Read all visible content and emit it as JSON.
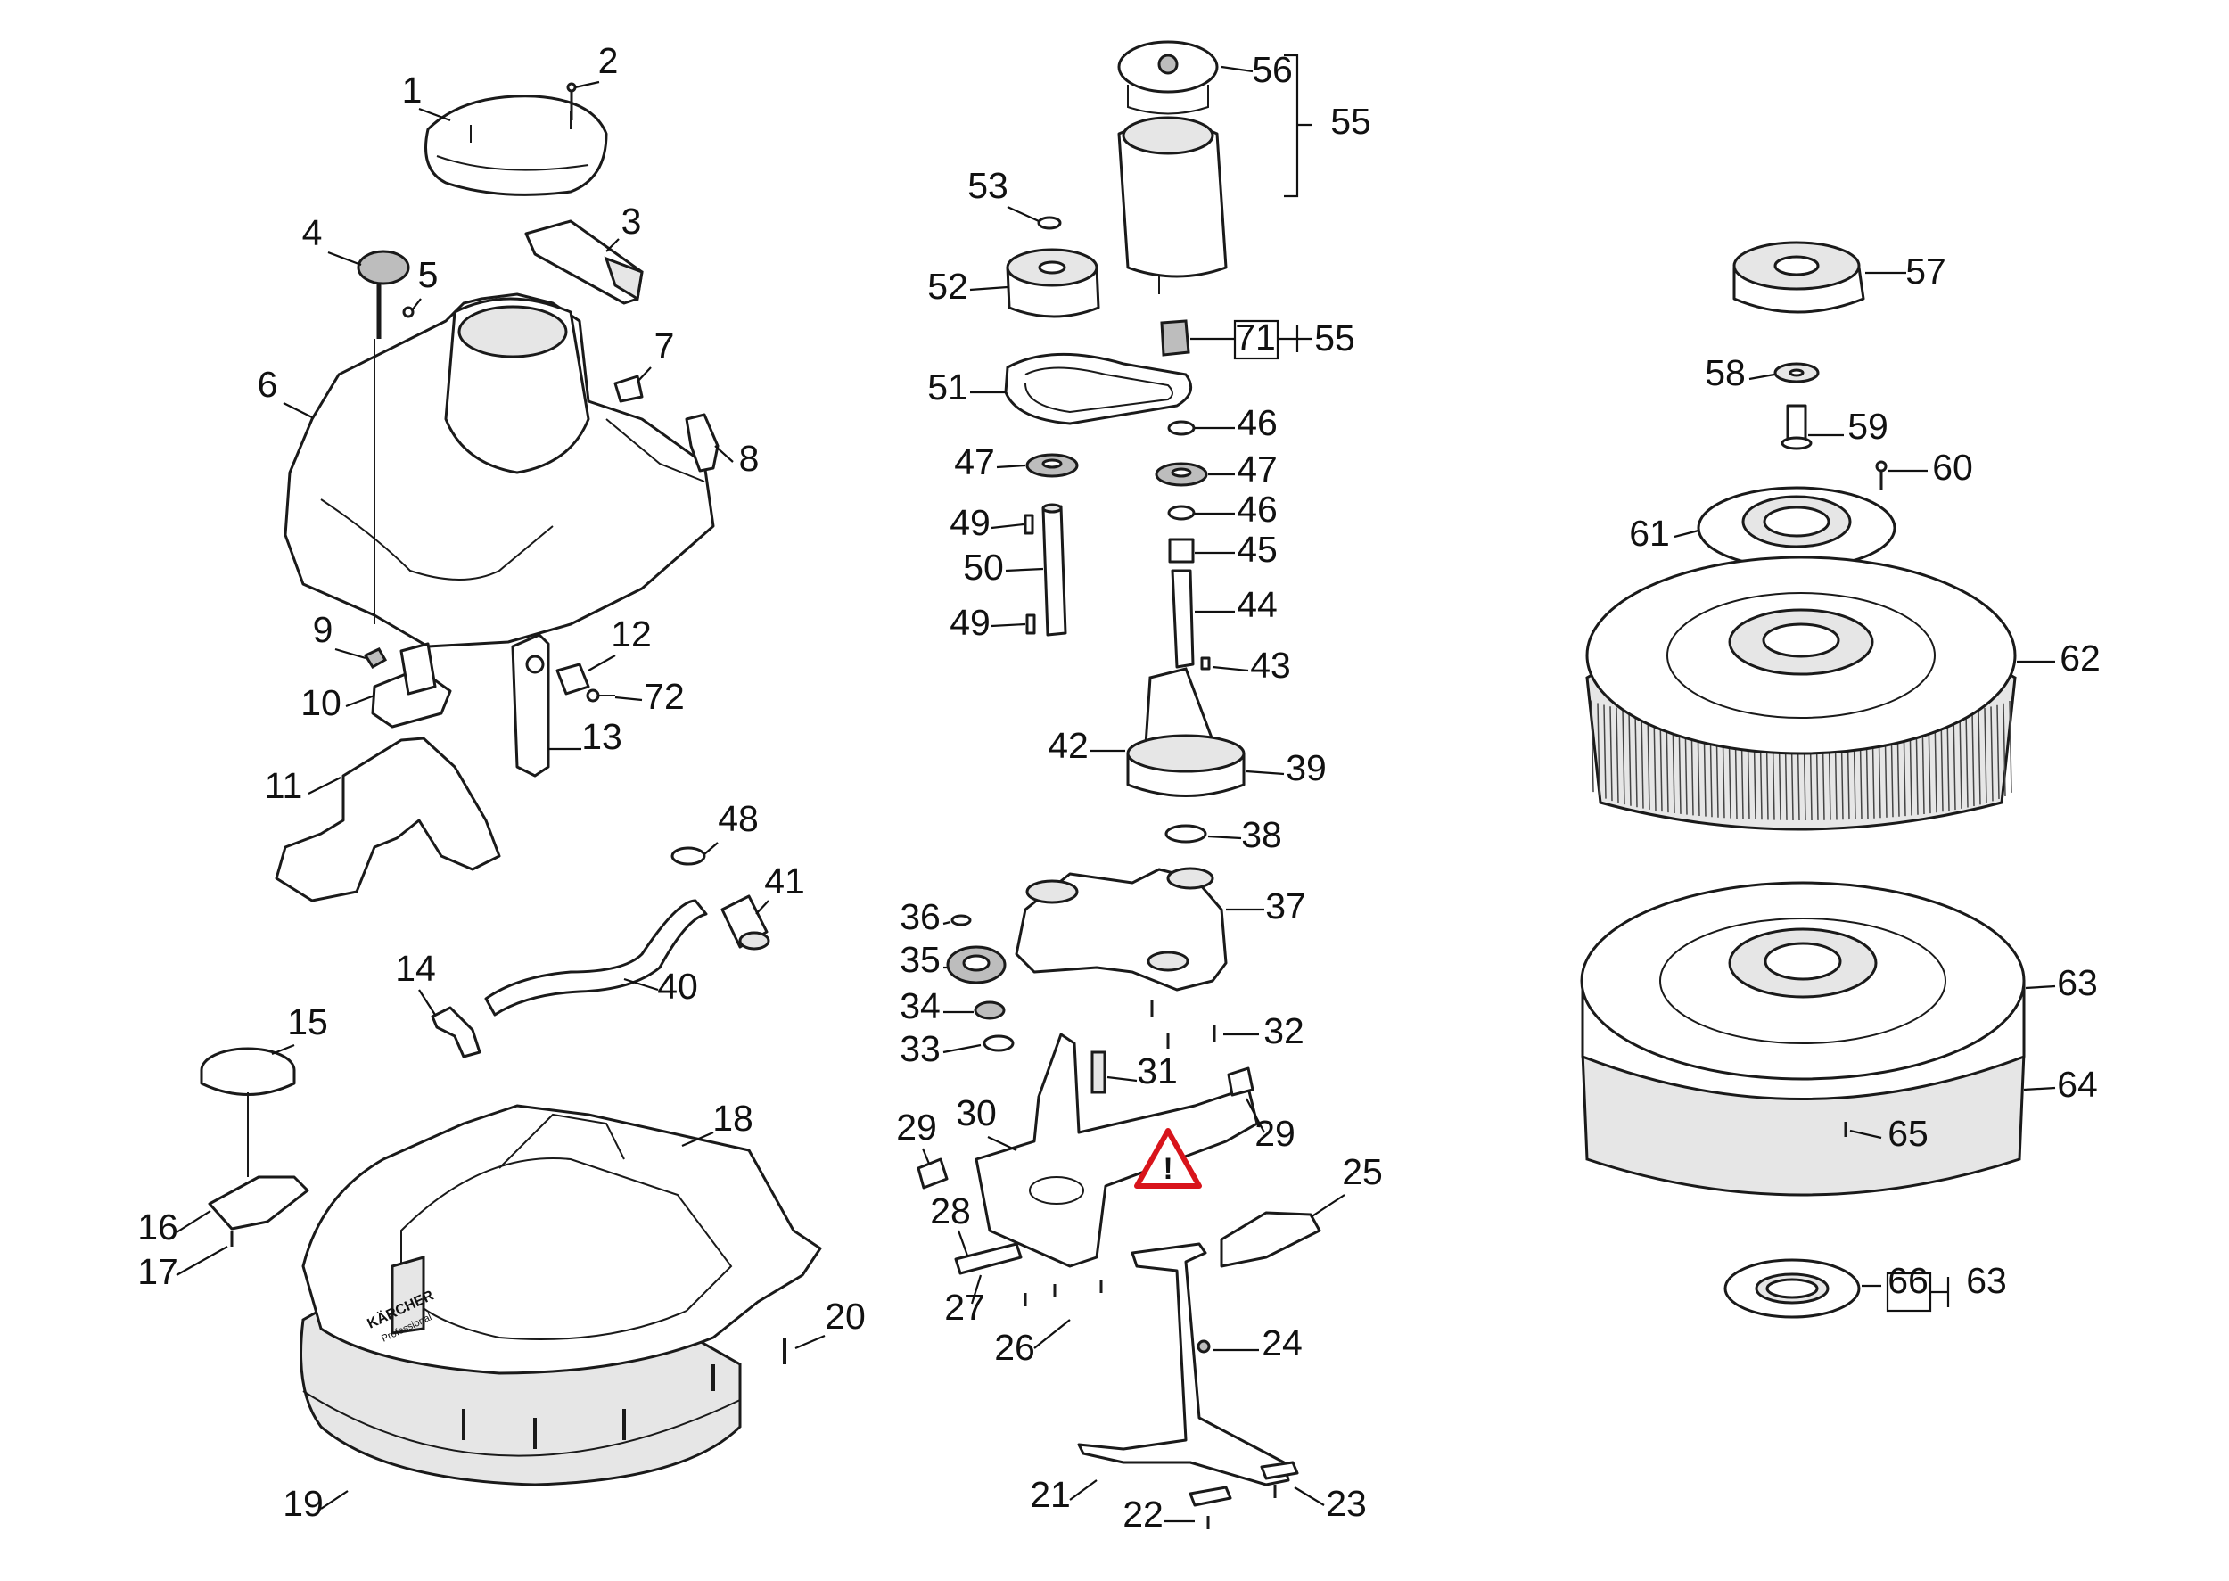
{
  "diagram": {
    "callouts": [
      "1",
      "2",
      "3",
      "4",
      "5",
      "6",
      "7",
      "8",
      "9",
      "10",
      "11",
      "12",
      "13",
      "14",
      "15",
      "16",
      "17",
      "18",
      "19",
      "20",
      "21",
      "22",
      "23",
      "24",
      "25",
      "26",
      "27",
      "28",
      "29",
      "29",
      "30",
      "31",
      "32",
      "33",
      "34",
      "35",
      "36",
      "37",
      "38",
      "39",
      "40",
      "41",
      "42",
      "43",
      "44",
      "45",
      "46",
      "46",
      "47",
      "47",
      "48",
      "49",
      "49",
      "50",
      "51",
      "52",
      "53",
      "55",
      "55",
      "56",
      "57",
      "58",
      "59",
      "60",
      "61",
      "62",
      "63",
      "63",
      "64",
      "65",
      "66",
      "71",
      "72"
    ],
    "warning_symbol": "!",
    "brand_label": "KÄRCHER",
    "brand_sublabel": "Professional",
    "colors": {
      "warning": "#d8141b",
      "line": "#1a1a1a",
      "shade": "#e6e6e6"
    }
  }
}
